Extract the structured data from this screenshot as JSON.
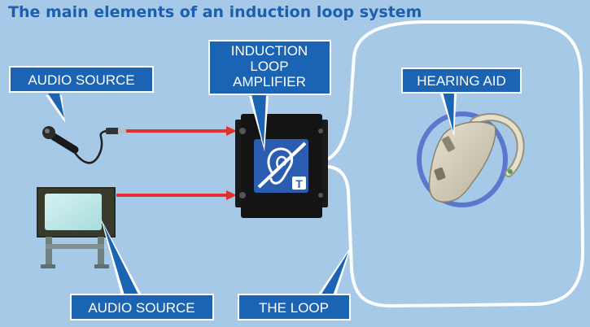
{
  "title": "The main elements of an induction loop system",
  "labels": {
    "audio_source_top": "AUDIO SOURCE",
    "amplifier_line1": "INDUCTION",
    "amplifier_line2": "LOOP",
    "amplifier_line3": "AMPLIFIER",
    "hearing_aid": "HEARING AID",
    "audio_source_bottom": "AUDIO SOURCE",
    "the_loop": "THE LOOP"
  },
  "badge_letter": "T",
  "colors": {
    "background": "#a7c9e8",
    "label_box": "#1b63b3",
    "title": "#1d5fae",
    "signal_cable": "#e03030",
    "loop_wire": "#ffffff",
    "amplifier_body": "#141414",
    "logo_blue": "#2a5db0"
  }
}
